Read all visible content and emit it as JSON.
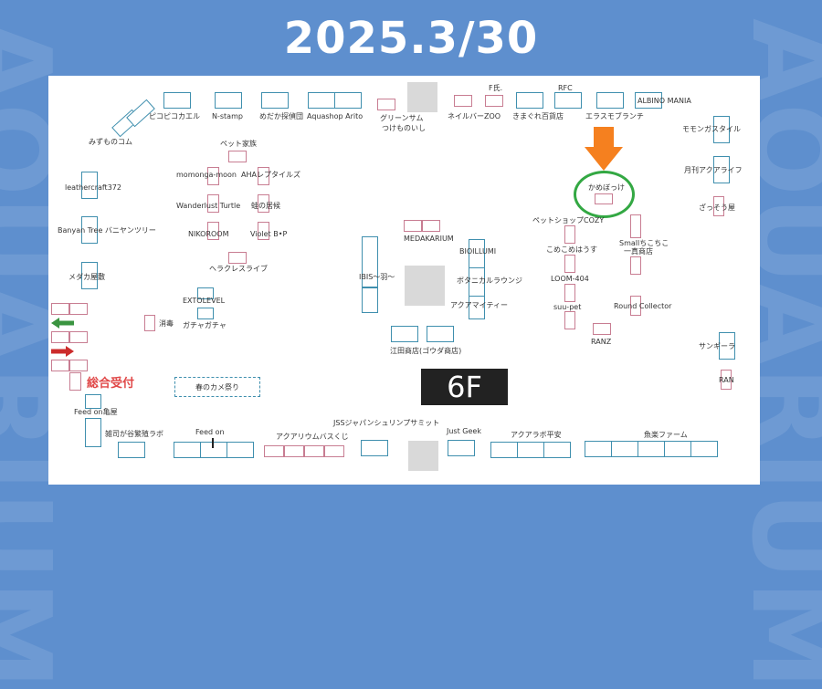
{
  "date": "2025.3/30",
  "floor": "6F",
  "reception": "総合受付",
  "spring_event": "春のカメ祭り",
  "booths": {
    "picopico": "ピコピコカエル",
    "nstamp": "N-stamp",
    "medaka_tantei": "めだか探偵団",
    "aquashop": "Aquashop Arito",
    "green_sam": "グリーンサム",
    "tsukemono": "つけものいし",
    "f_shi": "F氏.",
    "neiruba": "ネイルバーZOO",
    "rfc": "RFC",
    "kimagure": "きまぐれ百貨店",
    "erasumo": "エラスモブランチ",
    "albino": "ALBINO MANIA",
    "mizumono": "みずものコム",
    "pet_kazoku": "ペット家族",
    "momonga": "momonga-moon",
    "aha": "AHAレプタイルズ",
    "wanderlust": "Wanderlust Turtle",
    "kaeru": "蛙の居候",
    "nikoroom": "NIKOROOM",
    "violet": "Violet B•P",
    "heracles": "ヘラクレスライブ",
    "leathercraft": "leathercraft372",
    "banyan": "Banyan Tree バニヤンツリー",
    "medaka_yashiki": "メダカ屋敷",
    "extolevel": "EXTOLEVEL",
    "gacha": "ガチャガチャ",
    "shodoku": "消毒",
    "momongas": "モモンガスタイル",
    "gekkan": "月刊アクアライフ",
    "kamebokke": "かめぼっけ",
    "petshop": "ペットショップCOZY",
    "zaso": "ざっそう屋",
    "komekome": "こめこめはうす",
    "small": "Smallちこちこ",
    "kasei": "一真商店",
    "loom": "LOOM-404",
    "suupet": "suu-pet",
    "round": "Round Collector",
    "ranz": "RANZ",
    "sangira": "サンギーラ",
    "ran": "RAN",
    "medakarium": "MEDAKARIUM",
    "bioillumi": "BIOILLUMI",
    "ibis": "IBIS〜羽〜",
    "botanical": "ボタニカルラウンジ",
    "aquamighty": "アクアマイティー",
    "edashoten": "江田商店(ゴウダ商店)",
    "feedon_kameya": "Feed on亀屋",
    "zasshi": "雑司が谷繁殖ラボ",
    "feedon": "Feed on",
    "aquarium_bus": "アクアリウムバスくじ",
    "jss": "JSSジャパンシュリンプサミット",
    "justgeek": "Just Geek",
    "aqualabo": "アクアラボ平安",
    "gyoraku": "魚楽ファーム"
  },
  "colors": {
    "background": "#5e8fce",
    "booth_blue": "#3f8fae",
    "booth_pink": "#c87d92",
    "reception": "#e04848",
    "highlight_ring": "#33a843",
    "arrow": "#f5801f",
    "exit_arrow": "#3a9440",
    "entry_arrow": "#cc2b2b"
  },
  "icons": {
    "highlight": "orange-down-arrow-icon",
    "exit": "green-left-arrow-icon",
    "entry": "red-right-arrow-icon"
  }
}
